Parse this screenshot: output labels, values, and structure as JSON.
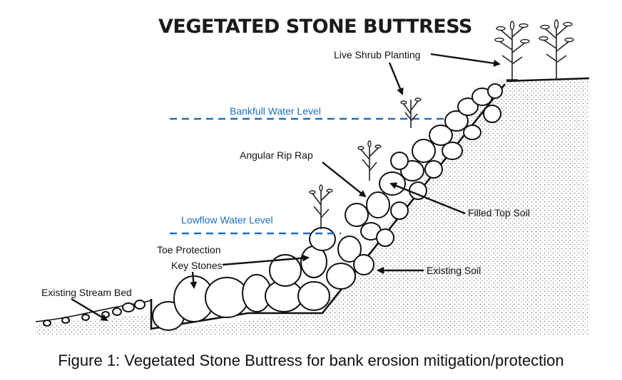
{
  "diagram": {
    "title": "VEGETATED STONE BUTTRESS",
    "water_color": "#1e6fc0",
    "labels": {
      "live_shrub": "Live Shrub Planting",
      "bankfull": "Bankfull Water Level",
      "angular_rip_rap": "Angular Rip Rap",
      "filled_top_soil": "Filled Top Soil",
      "lowflow": "Lowflow Water Level",
      "toe_protection_1": "Toe Protection",
      "toe_protection_2": "Key Stones",
      "existing_soil": "Existing Soil",
      "existing_stream_bed": "Existing Stream Bed"
    },
    "icons": [
      "shrub-icon",
      "arrow-icon"
    ]
  },
  "caption": "Figure 1: Vegetated Stone Buttress for bank erosion mitigation/protection"
}
